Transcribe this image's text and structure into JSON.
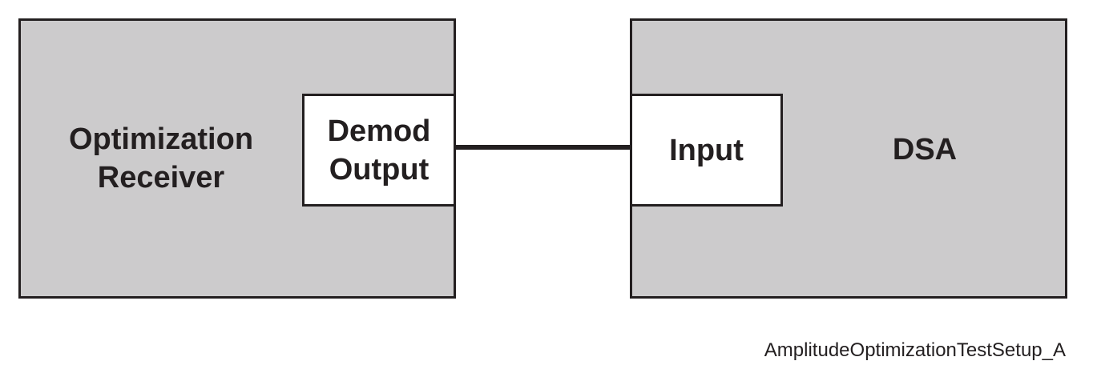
{
  "diagram": {
    "receiver": {
      "title_line1": "Optimization",
      "title_line2": "Receiver",
      "port_line1": "Demod",
      "port_line2": "Output"
    },
    "analyzer": {
      "title": "DSA",
      "port": "Input"
    },
    "caption": "AmplitudeOptimizationTestSetup_A"
  }
}
